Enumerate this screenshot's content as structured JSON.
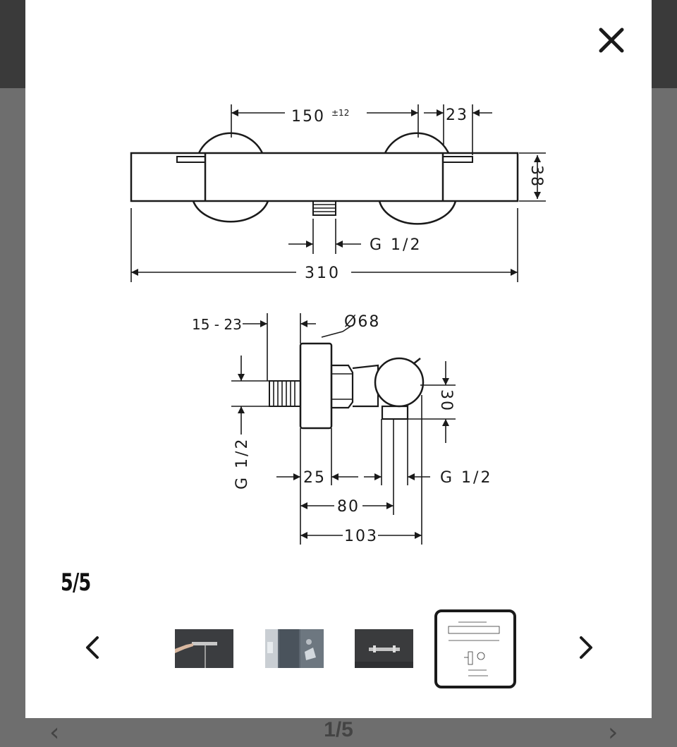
{
  "gallery": {
    "counter": "5/5",
    "background_counter": "1/5",
    "close_label": "×"
  },
  "drawing": {
    "top_view": {
      "dim_width_centers": "150",
      "dim_tolerance": "±12",
      "dim_offset": "23",
      "dim_height": "38",
      "dim_outlet": "G 1/2",
      "dim_total_length": "310"
    },
    "side_view": {
      "dim_range": "15 - 23",
      "dim_diameter": "Ø68",
      "dim_inlet": "G 1/2",
      "dim_30": "30",
      "dim_25": "25",
      "dim_outlet": "G 1/2",
      "dim_80": "80",
      "dim_103": "103"
    }
  },
  "thumbnails": [
    {
      "name": "thumbnail-1",
      "bg": "#3b3d40"
    },
    {
      "name": "thumbnail-2",
      "bg": "#5d6670"
    },
    {
      "name": "thumbnail-3",
      "bg": "#3a3b3d"
    },
    {
      "name": "thumbnail-4",
      "bg": "#ffffff"
    }
  ],
  "colors": {
    "overlay": "#6e6e6e",
    "topbar": "#3a3a3a",
    "modal": "#ffffff",
    "ink": "#1a1a1a"
  },
  "icons": {
    "close": "close-icon",
    "prev": "chevron-left-icon",
    "next": "chevron-right-icon"
  }
}
